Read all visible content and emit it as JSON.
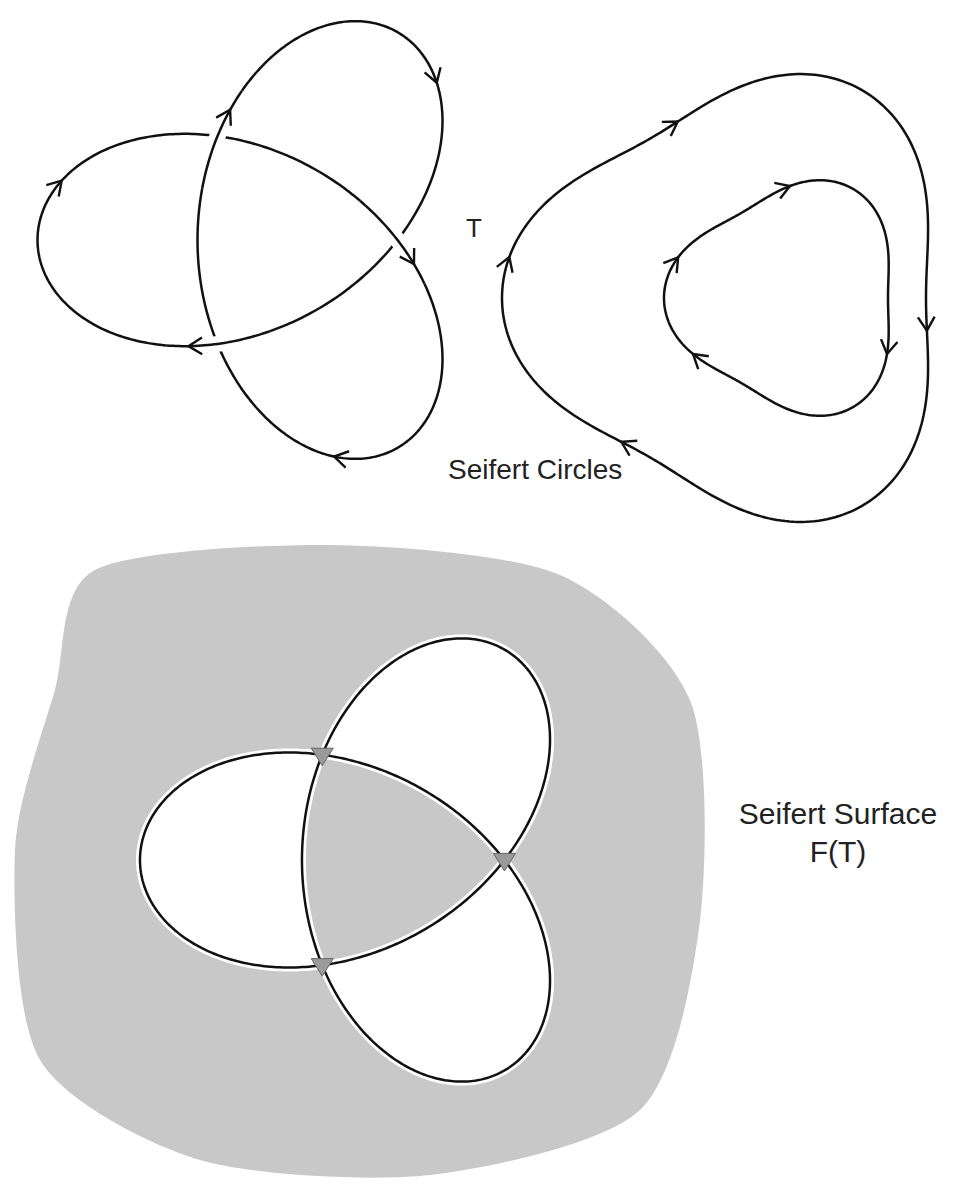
{
  "diagram": {
    "labels": [
      "T",
      "Seifert Circles",
      "Seifert Surface F(T)"
    ]
  }
}
